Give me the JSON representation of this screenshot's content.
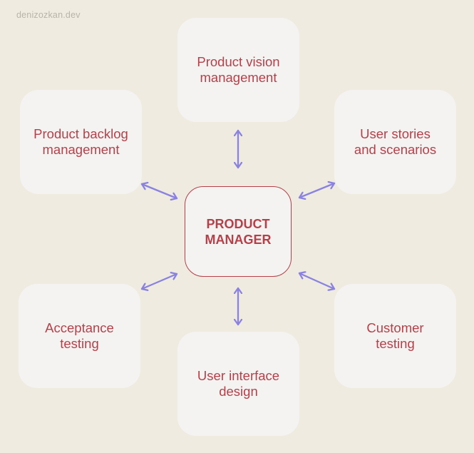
{
  "watermark": "denizozkan.dev",
  "center": {
    "label": "PRODUCT MANAGER"
  },
  "nodes": {
    "vision": "Product vision management",
    "backlog": "Product backlog management",
    "stories": "User stories and scenarios",
    "acceptance": "Acceptance testing",
    "customer": "Customer testing",
    "ui_design": "User interface design"
  },
  "colors": {
    "background": "#efebe1",
    "box": "#f4f3f1",
    "text": "#b5404a",
    "arrow": "#8a82e0"
  }
}
